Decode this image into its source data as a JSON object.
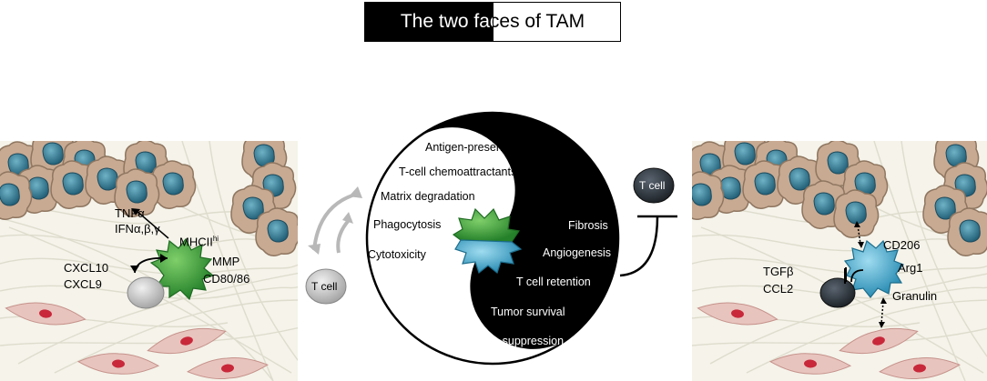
{
  "title": "The two faces of TAM",
  "left_panel": {
    "cytokines_line1": "TNFα",
    "cytokines_line2": "IFNα,β,γ",
    "mhc": "MHCII",
    "mhc_sup": "hi",
    "mmp": "MMP",
    "cd": "CD80/86",
    "cxcl10": "CXCL10",
    "cxcl9": "CXCL9"
  },
  "center": {
    "white_side": [
      "Antigen-presentation",
      "T-cell chemoattractants",
      "Matrix degradation",
      "Phagocytosis",
      "Cytotoxicity"
    ],
    "black_side": [
      "Fibrosis",
      "Angiogenesis",
      "T cell retention",
      "Tumor survival",
      "Immune suppression"
    ],
    "tcell_left": "T cell",
    "tcell_right": "T cell"
  },
  "right_panel": {
    "cd206": "CD206",
    "arg1": "Arg1",
    "tgfb": "TGFβ",
    "ccl2": "CCL2",
    "granulin": "Granulin"
  },
  "colors": {
    "m1_green": "#3e9e3c",
    "m2_blue": "#3a9fc4",
    "tumor_beige": "#c9ab92",
    "tumor_nucleus": "#2d6d86",
    "fibroblast": "#e6c1bc"
  }
}
